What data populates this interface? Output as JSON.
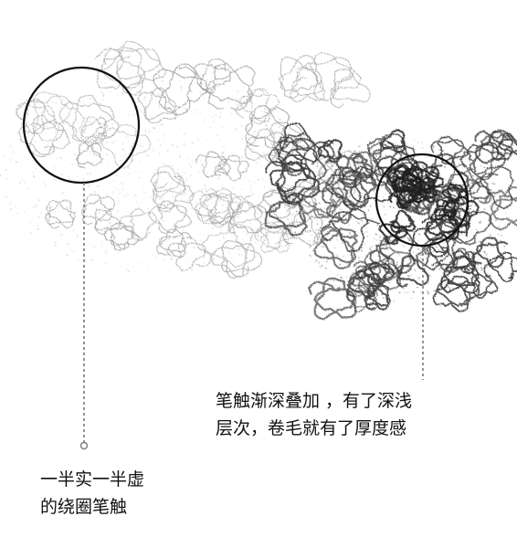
{
  "annotations": [
    {
      "id": "light",
      "lines": [
        "一半实一半虚",
        "的绕圈笔触"
      ]
    },
    {
      "id": "dark",
      "lines": [
        "笔触渐深叠加  ，有了深浅",
        "层次，卷毛就有了厚度感"
      ]
    }
  ],
  "colors": {
    "background": "#ffffff",
    "text": "#111111",
    "circle_outline": "#111111",
    "leader_line": "#7a7a7a",
    "pencil_dark": "#3a3a3a",
    "pencil_light": "#9a9a9a"
  }
}
